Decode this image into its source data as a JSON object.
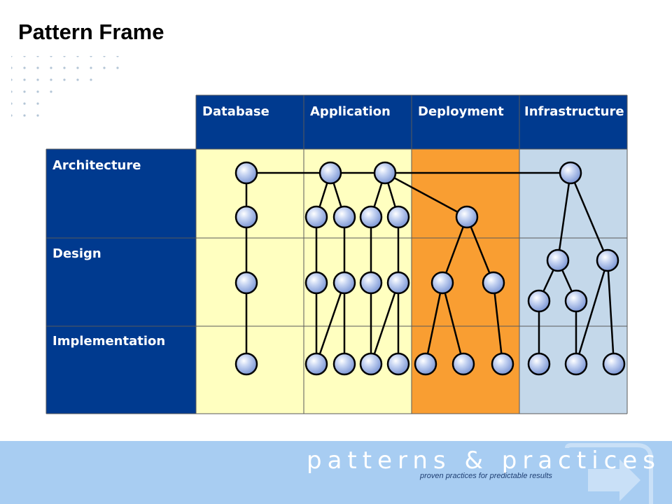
{
  "slide": {
    "title": "Pattern Frame"
  },
  "columns": [
    {
      "label": "Database",
      "color": "#ffffc0"
    },
    {
      "label": "Application",
      "color": "#ffffc0"
    },
    {
      "label": "Deployment",
      "color": "#f99e32"
    },
    {
      "label": "Infrastructure",
      "color": "#c4d8ea"
    }
  ],
  "rows": [
    {
      "label": "Architecture"
    },
    {
      "label": "Design"
    },
    {
      "label": "Implementation"
    }
  ],
  "colors": {
    "header_blue": "#003a8f",
    "footer_blue": "#a8cdf2",
    "node_fill": "#a9bde8"
  },
  "footer": {
    "brand": "patterns & practices",
    "tagline": "proven practices for predictable results",
    "logo_icon": "arrow-right-icon"
  }
}
